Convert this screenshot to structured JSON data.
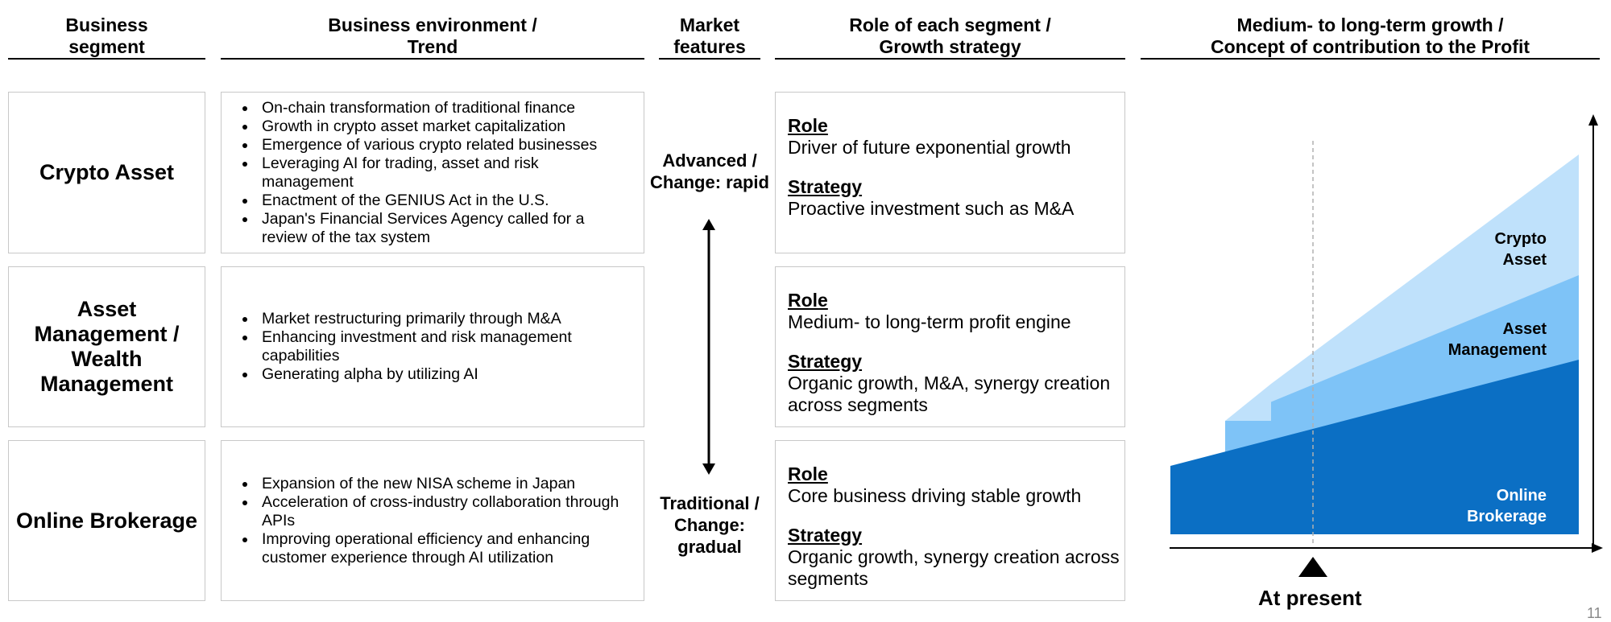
{
  "headers": {
    "segment": [
      "Business",
      "segment"
    ],
    "environment": [
      "Business environment /",
      "Trend"
    ],
    "features": [
      "Market",
      "features"
    ],
    "role": [
      "Role of each segment /",
      "Growth strategy"
    ],
    "growth": [
      "Medium- to long-term growth /",
      "Concept of contribution to the Profit"
    ]
  },
  "segments": [
    {
      "name": [
        "Crypto Asset"
      ],
      "trends": [
        "On-chain transformation of traditional finance",
        "Growth in crypto asset market capitalization",
        "Emergence of various crypto related businesses",
        "Leveraging AI for trading, asset and risk management",
        "Enactment of the GENIUS Act in the U.S.",
        "Japan's Financial Services Agency called for a review of the tax system"
      ],
      "role_label": "Role",
      "role": "Driver of future exponential growth",
      "strategy_label": "Strategy",
      "strategy": "Proactive investment such as M&A"
    },
    {
      "name": [
        "Asset",
        "Management /",
        "Wealth",
        "Management"
      ],
      "trends": [
        "Market restructuring primarily through M&A",
        "Enhancing investment and risk management capabilities",
        "Generating alpha by utilizing AI"
      ],
      "role_label": "Role",
      "role": "Medium- to long-term profit engine",
      "strategy_label": "Strategy",
      "strategy": "Organic growth, M&A, synergy creation across segments"
    },
    {
      "name": [
        "Online Brokerage"
      ],
      "trends": [
        "Expansion of the new NISA scheme in Japan",
        "Acceleration of cross-industry collaboration through APIs",
        "Improving operational efficiency and enhancing customer experience through AI utilization"
      ],
      "role_label": "Role",
      "role": "Core business driving stable growth",
      "strategy_label": "Strategy",
      "strategy": "Organic growth, synergy creation across segments"
    }
  ],
  "features": {
    "top": [
      "Advanced /",
      "Change: rapid"
    ],
    "bottom": [
      "Traditional /",
      "Change:",
      "gradual"
    ]
  },
  "growth_chart": {
    "layers": [
      {
        "label": [
          "Crypto",
          "Asset"
        ],
        "color": "#bfe1fb"
      },
      {
        "label": [
          "Asset",
          "Management"
        ],
        "color": "#7ec3f7"
      },
      {
        "label": [
          "Online",
          "Brokerage"
        ],
        "color": "#0b6fc4"
      }
    ],
    "present_label": "At present"
  },
  "page_number": "11"
}
